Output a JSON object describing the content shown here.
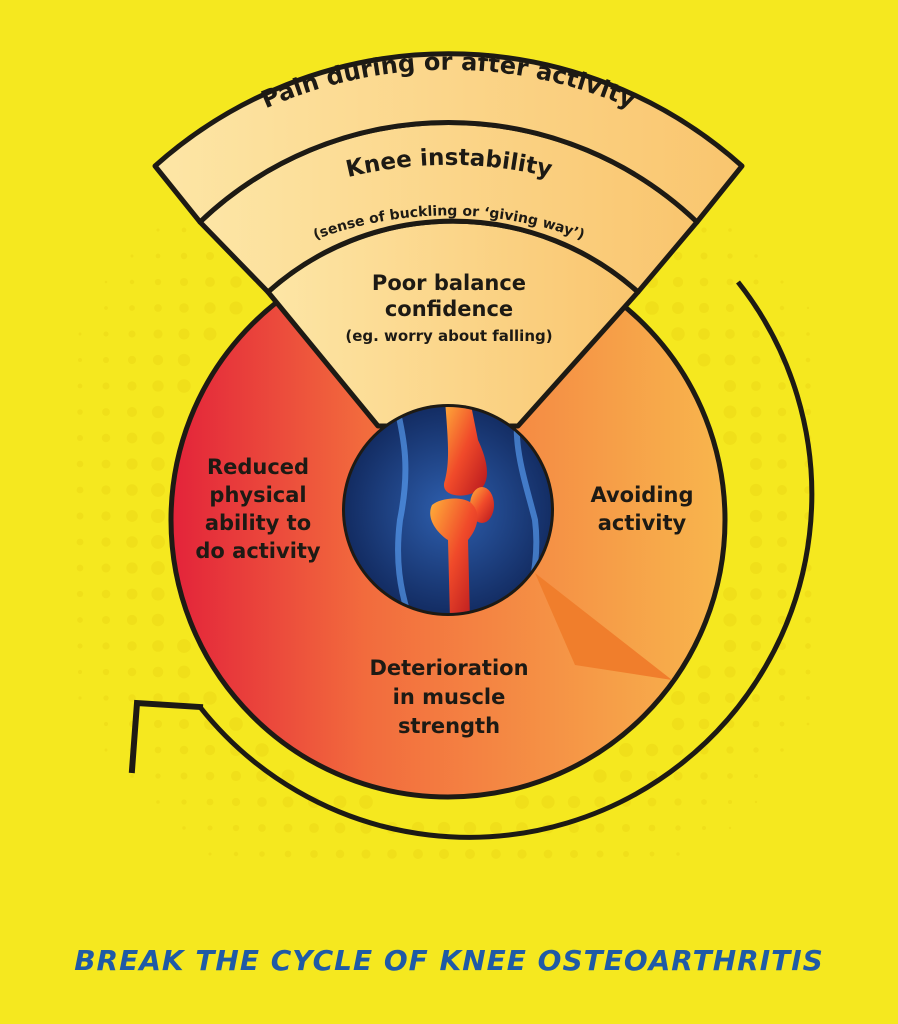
{
  "diagram": {
    "outer_band_1": "Pain during or after activity",
    "outer_band_2_title": "Knee instability",
    "outer_band_2_sub": "(sense of buckling or ‘giving way’)",
    "top_segment": {
      "line1": "Poor balance",
      "line2": "confidence",
      "sub": "(eg. worry about falling)"
    },
    "right_segment": {
      "line1": "Avoiding",
      "line2": "activity"
    },
    "bottom_segment": {
      "line1": "Deterioration",
      "line2": "in muscle",
      "line3": "strength"
    },
    "left_segment": {
      "line1": "Reduced",
      "line2": "physical",
      "line3": "ability to",
      "line4": "do activity"
    },
    "center_image": "knee-joint-xray-illustration",
    "cycle_arrow": "counter-clockwise-cycle-arrow"
  },
  "footer": {
    "title": "BREAK THE CYCLE OF KNEE OSTEOARTHRITIS"
  },
  "colors": {
    "background": "#f5e81f",
    "segment_light": "#fce39a",
    "segment_orange": "#f7a443",
    "segment_red": "#e8323a",
    "outline": "#1d1a14",
    "footer_text": "#1f5aa6"
  }
}
